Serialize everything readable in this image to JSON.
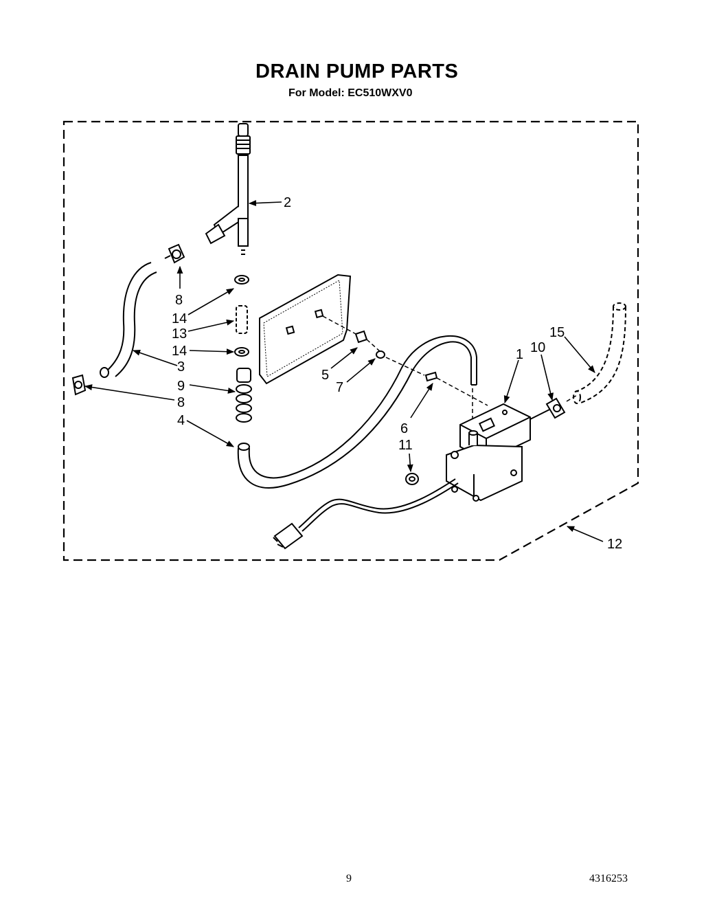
{
  "header": {
    "title": "DRAIN PUMP PARTS",
    "subtitle": "For Model: EC510WXV0"
  },
  "footer": {
    "page_number": "9",
    "document_number": "4316253"
  },
  "callouts": {
    "c1": "1",
    "c2": "2",
    "c3": "3",
    "c4": "4",
    "c5": "5",
    "c6": "6",
    "c7": "7",
    "c8a": "8",
    "c8b": "8",
    "c9": "9",
    "c10": "10",
    "c11": "11",
    "c12": "12",
    "c13": "13",
    "c14a": "14",
    "c14b": "14",
    "c15": "15"
  }
}
